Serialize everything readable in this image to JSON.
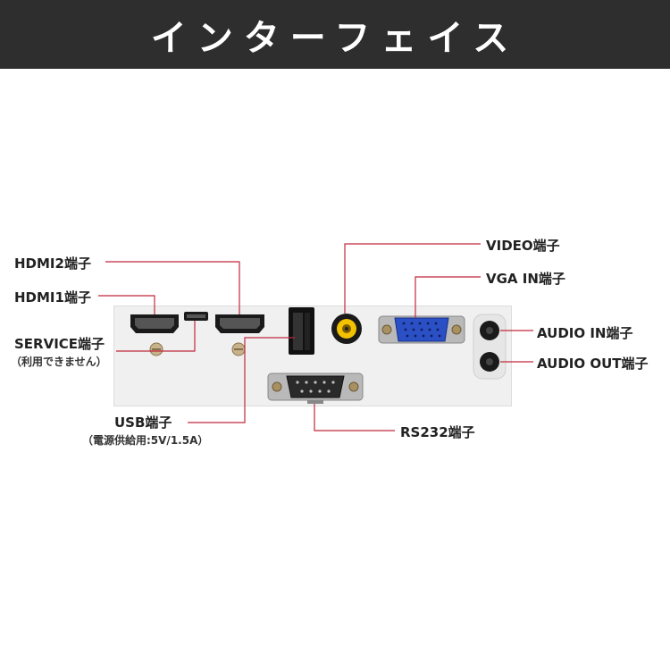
{
  "header": {
    "title": "インターフェイス"
  },
  "labels": {
    "hdmi2": "HDMI2端子",
    "hdmi1": "HDMI1端子",
    "service": "SERVICE端子",
    "service_note": "（利用できません）",
    "usb": "USB端子",
    "usb_note": "（電源供給用:5V/1.5A）",
    "video": "VIDEO端子",
    "vga_in": "VGA IN端子",
    "audio_in": "AUDIO IN端子",
    "audio_out": "AUDIO OUT端子",
    "rs232": "RS232端子"
  },
  "colors": {
    "header_bg": "#2e2e2e",
    "leader_line": "#c0283c",
    "vga_blue": "#2b4fc4",
    "rca_yellow": "#f2c200"
  }
}
